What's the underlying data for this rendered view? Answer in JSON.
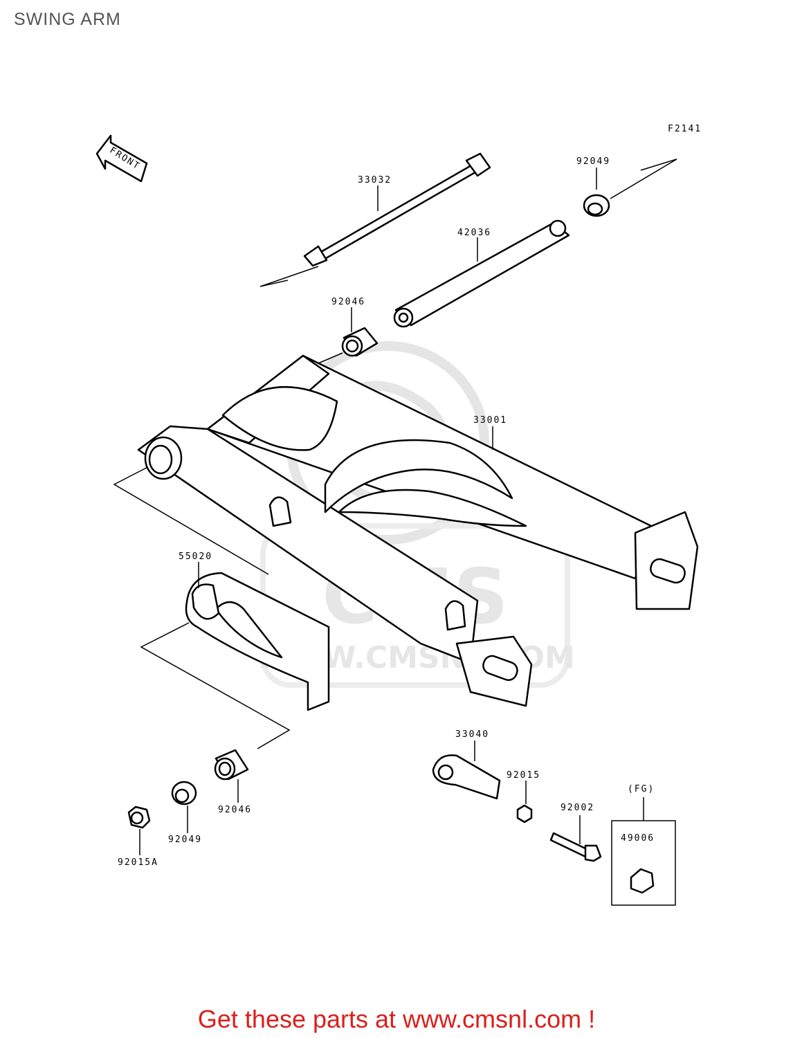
{
  "title": "SWING ARM",
  "figure_code": "F2141",
  "front_label": "FRONT",
  "watermark": {
    "brand": "CMS",
    "url": "WWW.CMSNL.COM"
  },
  "parts": {
    "p33032": "33032",
    "p92049_top": "92049",
    "p42036": "42036",
    "p92046_top": "92046",
    "p33001": "33001",
    "p55020": "55020",
    "p33040": "33040",
    "p92015": "92015",
    "p92002": "92002",
    "p49006": "49006",
    "p49006_note": "(FG)",
    "p92046_bottom": "92046",
    "p92049_bottom": "92049",
    "p92015A": "92015A"
  },
  "footer": {
    "text": "Get these parts at www.cmsnl.com !"
  },
  "colors": {
    "footer_text": "#d8201c",
    "title_text": "#555555",
    "watermark": "#e5e5e5"
  }
}
